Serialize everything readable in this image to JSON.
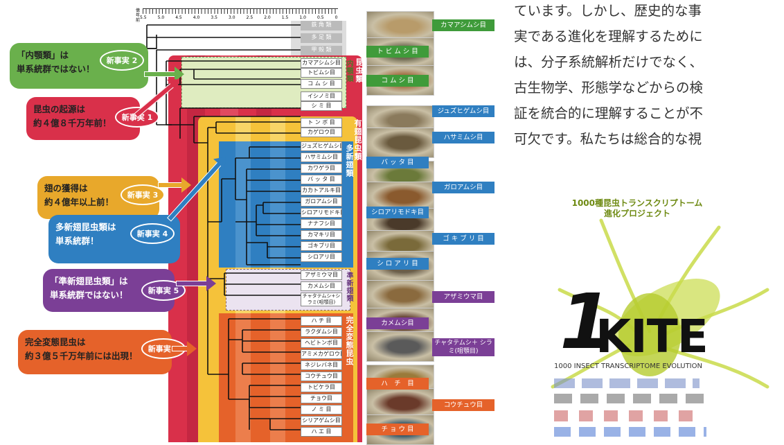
{
  "axis": {
    "unit_label": "億年前",
    "ticks": [
      "5.5",
      "5.0",
      "4.5",
      "4.0",
      "3.5",
      "3.0",
      "2.5",
      "2.0",
      "1.5",
      "1.0",
      "0.5",
      "0"
    ]
  },
  "taxa": [
    "鉄 角 類",
    "多 足 類",
    "甲 殻 類",
    "カマアシムシ目",
    "トビムシ目",
    "コ ム シ 目",
    "イシノミ目",
    "シ ミ 目",
    "ト ン ボ 目",
    "カゲロウ目",
    "ジュズヒゲムシ目",
    "ハサミムシ目",
    "カワゲラ目",
    "バ ッ タ 目",
    "カカトアルキ目",
    "ガロアムシ目",
    "シロアリモドキ目",
    "ナナフシ目",
    "カマキリ目",
    "ゴキブリ目",
    "シロアリ目",
    "アザミウマ目",
    "カメムシ目",
    "チャタテムシ+シラミ(咀顎目)",
    "ハ チ 目",
    "ラクダムシ目",
    "ヘビトンボ目",
    "アミメカゲロウ目",
    "ネジレバネ目",
    "コウチュウ目",
    "トビケラ目",
    "チョウ目",
    "ノ ミ 目",
    "シリアゲムシ目",
    "ハ エ 目"
  ],
  "clades": {
    "hexapoda": "昆虫類",
    "entognatha": "内顎類",
    "pterygota": "有翅昆虫類",
    "polyneoptera": "多新翅類",
    "paraneoptera": "準新翅類",
    "holometabola": "完全変態昆虫"
  },
  "callouts": [
    {
      "line1": "「内顎類」は",
      "line2": "単系統群ではない！",
      "badge": "新事実 2",
      "color": "#6ab04c"
    },
    {
      "line1": "昆虫の起源は",
      "line2": "約４億８千万年前！",
      "badge": "新事実 1",
      "color": "#d9304a"
    },
    {
      "line1": "翅の獲得は",
      "line2": "約４億年以上前！",
      "badge": "新事実 3",
      "color": "#e8a82b"
    },
    {
      "line1": "多新翅昆虫類は",
      "line2": "単系統群！",
      "badge": "新事実 4",
      "color": "#2f7fc1"
    },
    {
      "line1": "「準新翅昆虫類」は",
      "line2": "単系統群ではない！",
      "badge": "新事実 5",
      "color": "#7b3f96"
    },
    {
      "line1": "完全変態昆虫は",
      "line2": "約３億５千万年前には出現！",
      "badge": "新事実 6",
      "color": "#e5622a"
    }
  ],
  "photo_labels": [
    {
      "text": "カマアシムシ目",
      "color": "#3f9b3a"
    },
    {
      "text": "ト ビ ム シ 目",
      "color": "#3f9b3a"
    },
    {
      "text": "コ ム シ 目",
      "color": "#3f9b3a"
    },
    {
      "text": "ジュズヒゲムシ目",
      "color": "#2f7fc1"
    },
    {
      "text": "ハサミムシ目",
      "color": "#2f7fc1"
    },
    {
      "text": "バ ッ タ 目",
      "color": "#2f7fc1"
    },
    {
      "text": "ガロアムシ目",
      "color": "#2f7fc1"
    },
    {
      "text": "シロアリモドキ目",
      "color": "#2f7fc1"
    },
    {
      "text": "ゴ キ ブ リ 目",
      "color": "#2f7fc1"
    },
    {
      "text": "シ ロ ア リ 目",
      "color": "#2f7fc1"
    },
    {
      "text": "アザミウマ目",
      "color": "#7b3f96"
    },
    {
      "text": "カメムシ目",
      "color": "#7b3f96"
    },
    {
      "text": "チャタテムシ＋ シラミ(咀顎目)",
      "color": "#7b3f96"
    },
    {
      "text": "ハ　チ　目",
      "color": "#e5622a"
    },
    {
      "text": "コウチュウ目",
      "color": "#e5622a"
    },
    {
      "text": "チ ョ ウ 目",
      "color": "#e5622a"
    }
  ],
  "body_text": [
    "ています。しかし、歴史的な事",
    "実である進化を理解するために",
    "は、分子系統解析だけでなく、",
    "古生物学、形態学などからの検",
    "証を統合的に理解することが不",
    "可欠です。私たちは総合的な視"
  ],
  "project": {
    "title_line1": "1000種昆虫トランスクリプトーム",
    "title_line2": "進化プロジェクト",
    "logo_numeral": "1",
    "logo_word": "KITE",
    "subtitle": "1000 INSECT TRANSCRIPTOME EVOLUTION"
  },
  "colors": {
    "red": "#d9304a",
    "yellow": "#f5c23a",
    "blue": "#2f7fc1",
    "purple": "#7b3f96",
    "orange": "#e5622a",
    "green": "#6ab04c"
  }
}
